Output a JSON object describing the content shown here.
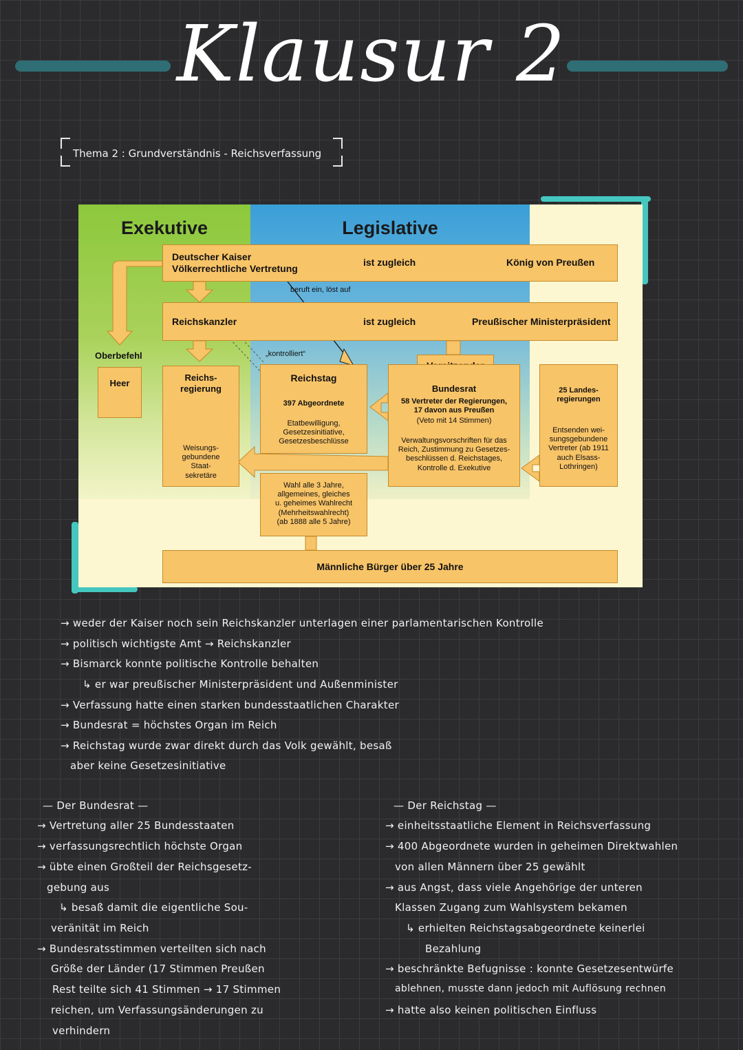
{
  "title": "Klausur 2",
  "topic": "Thema 2 : Grundverständnis - Reichsverfassung",
  "diagram": {
    "exekutive": "Exekutive",
    "legislative": "Legislative",
    "kaiser_line1": "Deutscher Kaiser",
    "kaiser_line2": "Völkerrechtliche Vertretung",
    "ist_zugleich_1": "ist zugleich",
    "koenig": "König von Preußen",
    "beruft": "beruft ein, löst auf",
    "reichskanzler": "Reichskanzler",
    "ist_zugleich_2": "ist zugleich",
    "ministerpraesident": "Preußischer Ministerpräsident",
    "oberbefehl": "Oberbefehl",
    "heer": "Heer",
    "kontrolliert": "„kontrolliert“",
    "vorsitzender": "Vorsitzender",
    "reichsregierung": "Reichs-\nregierung",
    "staatssekretaere": "Weisungs-\ngebundene\nStaat-\nsekretäre",
    "reichstag_title": "Reichstag",
    "reichstag_abg": "397 Abgeordnete",
    "reichstag_rights": "Etatbewilligung,\nGesetzesinitiative,\nGesetzesbeschlüsse",
    "bundesrat_title": "Bundesrat",
    "bundesrat_members": "58 Vertreter der Regierungen,\n17 davon aus Preußen",
    "bundesrat_veto": "(Veto mit 14 Stimmen)",
    "bundesrat_tasks": "Verwaltungsvorschriften für das\nReich, Zustimmung zu Gesetzes-\nbeschlüssen d. Reichstages,\nKontrolle d. Exekutive",
    "landesreg_title": "25 Landes-\nregierungen",
    "landesreg_text": "Entsenden wei-\nsungsgebundene\nVertreter (ab 1911\nauch Elsass-\nLothringen)",
    "wahl": "Wahl alle 3 Jahre,\nallgemeines, gleiches\nu. geheimes Wahlrecht\n(Mehrheitswahlrecht)\n(ab 1888 alle 5 Jahre)",
    "buerger": "Männliche Bürger über 25 Jahre"
  },
  "notes": [
    "→ weder der Kaiser noch sein Reichskanzler unterlagen einer parlamentarischen Kontrolle",
    "→ politisch wichtigste Amt → Reichskanzler",
    "→ Bismarck konnte politische Kontrolle behalten",
    "↳ er war preußischer Ministerpräsident und Außenminister",
    "→ Verfassung hatte einen starken bundesstaatlichen Charakter",
    "→ Bundesrat = höchstes Organ im Reich",
    "→ Reichstag wurde zwar direkt durch das Volk gewählt, besaß",
    "aber keine Gesetzesinitiative"
  ],
  "bundesrat": {
    "heading": "— Der Bundesrat —",
    "lines": [
      "→ Vertretung aller 25 Bundesstaaten",
      "→ verfassungsrechtlich höchste Organ",
      "→ übte einen Großteil der Reichsgesetz-",
      "gebung aus",
      "↳ besaß damit die eigentliche Sou-",
      "veränität im Reich",
      "→ Bundesratsstimmen verteilten sich nach",
      "Größe der Länder (17 Stimmen Preußen",
      "Rest teilte sich 41 Stimmen → 17 Stimmen",
      "reichen, um Verfassungsänderungen zu",
      "verhindern"
    ]
  },
  "reichstag": {
    "heading": "— Der Reichstag —",
    "lines": [
      "→ einheitsstaatliche Element in Reichsverfassung",
      "→ 400 Abgeordnete wurden in geheimen Direktwahlen",
      "von allen Männern über 25 gewählt",
      "→ aus Angst, dass viele Angehörige der unteren",
      "Klassen Zugang zum Wahlsystem bekamen",
      "↳ erhielten Reichstagsabgeordnete keinerlei",
      "Bezahlung",
      "→ beschränkte Befugnisse : konnte Gesetzesentwürfe",
      "ablehnen, musste dann jedoch mit Auflösung rechnen",
      "→ hatte also keinen politischen Einfluss"
    ]
  },
  "colors": {
    "background": "#2b2b2d",
    "grid": "#3c3c3f",
    "accent_line": "#2f6e74",
    "frame": "#45c7c0",
    "exekutive_green": "#8cc83c",
    "legislative_blue": "#3a9fd8",
    "box_orange": "#f8c468",
    "base_yellow": "#fdf7d1"
  }
}
